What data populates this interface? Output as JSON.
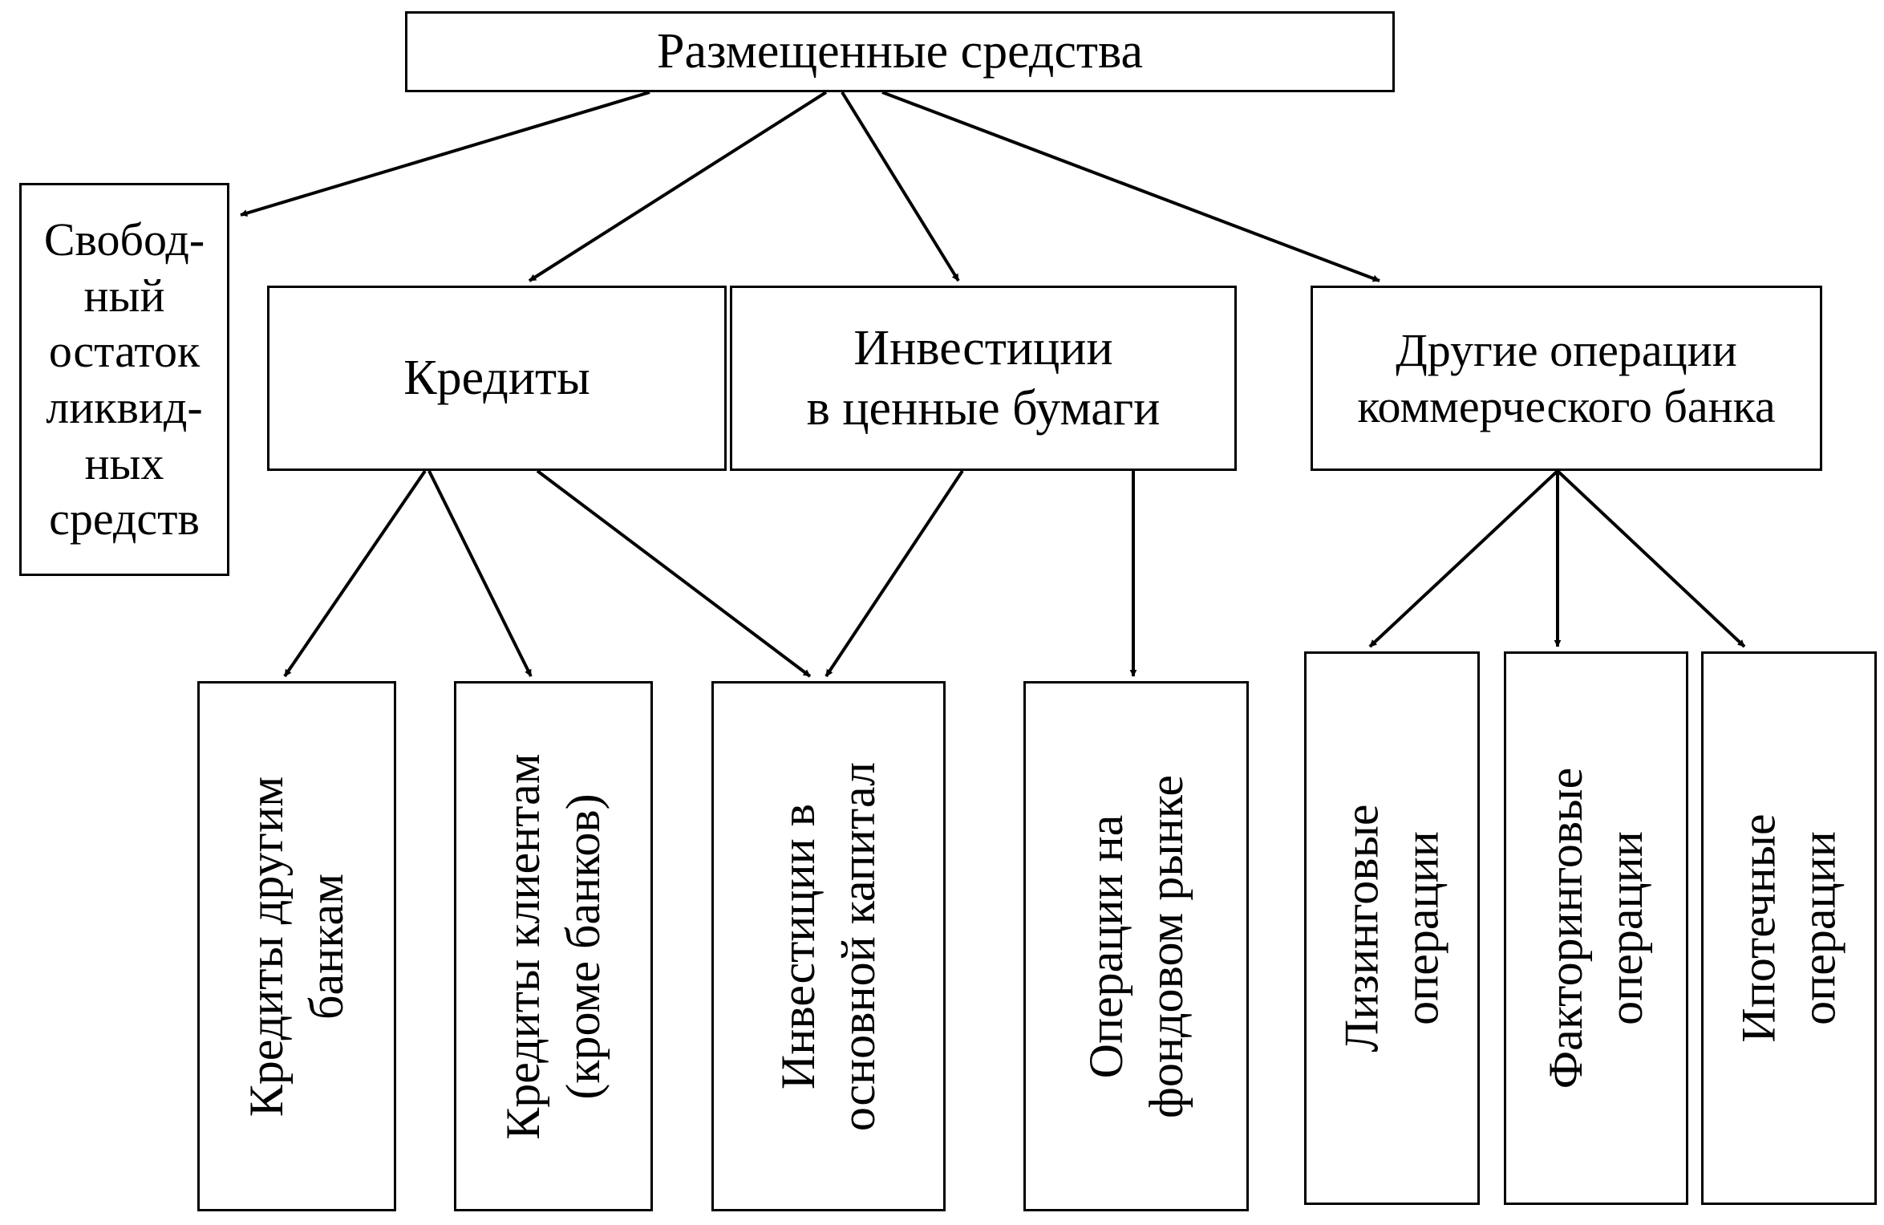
{
  "root": {
    "label": "Размещенные средства"
  },
  "level1": {
    "free_balance": {
      "lines": [
        "Свобод-",
        "ный",
        "остаток",
        "ликвид-",
        "ных",
        "средств"
      ]
    },
    "credits": {
      "label": "Кредиты"
    },
    "securities": {
      "lines": [
        "Инвестиции",
        "в ценные бумаги"
      ]
    },
    "other_ops": {
      "lines": [
        "Другие операции",
        "коммерческого банка"
      ]
    }
  },
  "level2": {
    "credits_banks": {
      "lines": [
        "Кредиты другим",
        "банкам"
      ]
    },
    "credits_clients": {
      "lines": [
        "Кредиты клиентам",
        "(кроме банков)"
      ]
    },
    "capital_invest": {
      "lines": [
        "Инвестиции в",
        "основной капитал"
      ]
    },
    "stock_market": {
      "lines": [
        "Операции на",
        "фондовом рынке"
      ]
    },
    "leasing": {
      "lines": [
        "Лизинговые",
        "операции"
      ]
    },
    "factoring": {
      "lines": [
        "Факторинговые",
        "операции"
      ]
    },
    "mortgage": {
      "lines": [
        "Ипотечные",
        "операции"
      ]
    }
  }
}
